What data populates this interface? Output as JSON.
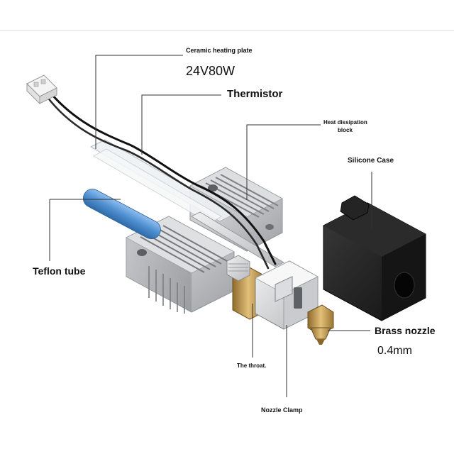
{
  "labels": {
    "ceramic": "Ceramic heating plate",
    "ceramic_spec": "24V80W",
    "thermistor": "Thermistor",
    "heat_block": "Heat dissipation block",
    "silicone": "Silicone Case",
    "teflon": "Teflon tube",
    "brass_nozzle": "Brass nozzle",
    "nozzle_spec": "0.4mm",
    "throat": "The throat.",
    "nozzle_clamp": "Nozzle Clamp"
  },
  "colors": {
    "background": "#ffffff",
    "top_rule": "#d9d9d9",
    "leader_line": "#333333",
    "teflon_blue": "#4f8fd0",
    "brass": "#c9a55a",
    "silicone_black": "#1c1c1c",
    "aluminum": "#c9cacc"
  }
}
